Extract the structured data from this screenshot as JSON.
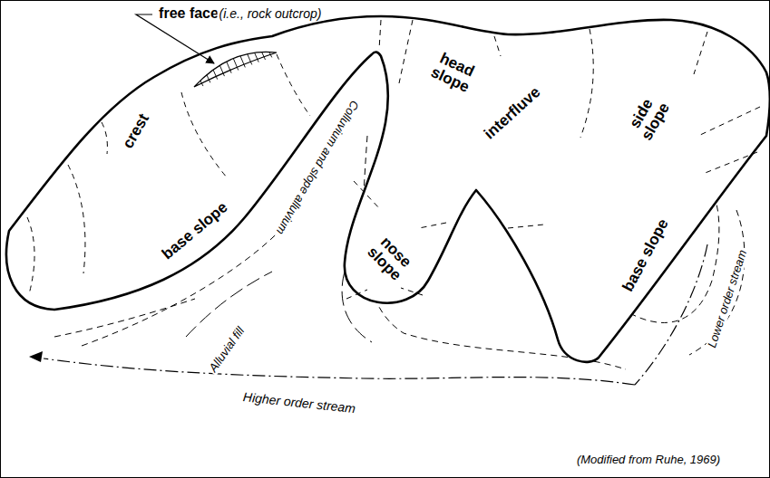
{
  "diagram": {
    "caption": "(Modified from Ruhe, 1969)",
    "labels": [
      "free face",
      "(i.e., rock outcrop)",
      "crest",
      "head slope",
      "interfluve",
      "side slope",
      "Colluvium and slope alluvium",
      "base slope",
      "nose slope",
      "base slope",
      "Alluvial fill",
      "Lower order stream",
      "Higher order stream"
    ]
  }
}
